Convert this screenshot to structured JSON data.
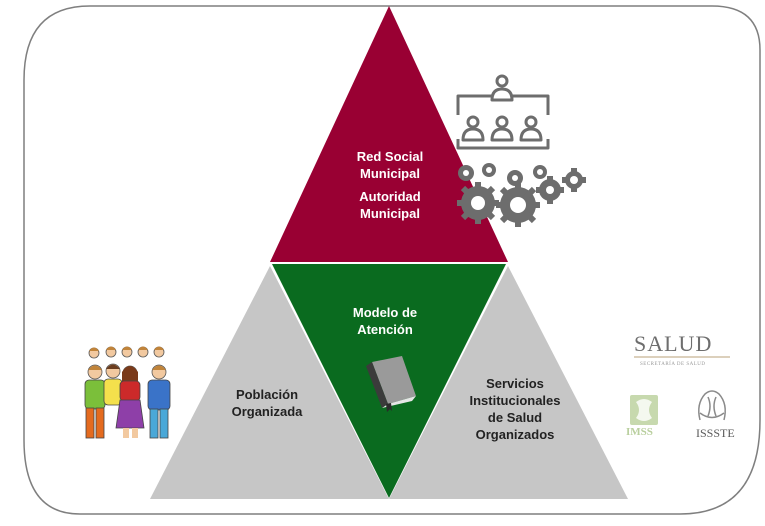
{
  "diagram": {
    "top": {
      "line1": [
        "Red Social",
        "Municipal"
      ],
      "line2": [
        "Autoridad",
        "Municipal"
      ]
    },
    "center": [
      "Modelo de",
      "Atención"
    ],
    "left": [
      "Población",
      "Organizada"
    ],
    "right": [
      "Servicios",
      "Institucionales",
      "de Salud",
      "Organizados"
    ]
  },
  "logos": {
    "salud": "SALUD",
    "salud_sub": "SECRETARÍA DE SALUD",
    "imss": "IMSS",
    "issste": "ISSSTE"
  },
  "colors": {
    "top_triangle": "#990033",
    "center_triangle": "#0a6b1f",
    "side_triangles": "#c6c6c6",
    "frame": "#7f7f7f",
    "gears": "#6d6d6d"
  },
  "icons": [
    "org-chart-icon",
    "gears-icon",
    "people-group-icon",
    "book-icon",
    "salud-logo",
    "imss-logo",
    "issste-logo"
  ]
}
